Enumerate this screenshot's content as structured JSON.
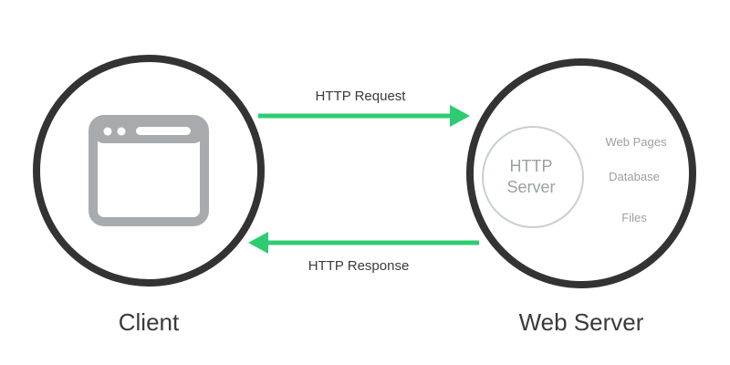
{
  "client": {
    "label": "Client"
  },
  "server": {
    "label": "Web Server",
    "http_server_line1": "HTTP",
    "http_server_line2": "Server",
    "resources": [
      "Web Pages",
      "Database",
      "Files"
    ]
  },
  "arrows": {
    "request_label": "HTTP Request",
    "response_label": "HTTP Response"
  },
  "colors": {
    "circle_stroke": "#333333",
    "arrow": "#2ecc71",
    "icon_gray": "#a7abae",
    "inner_circle_stroke": "#c9cfd0",
    "caption_text": "#3a3a3a",
    "secondary_text": "#9aa0a3"
  },
  "icons": {
    "browser_window": "browser-window-icon"
  }
}
